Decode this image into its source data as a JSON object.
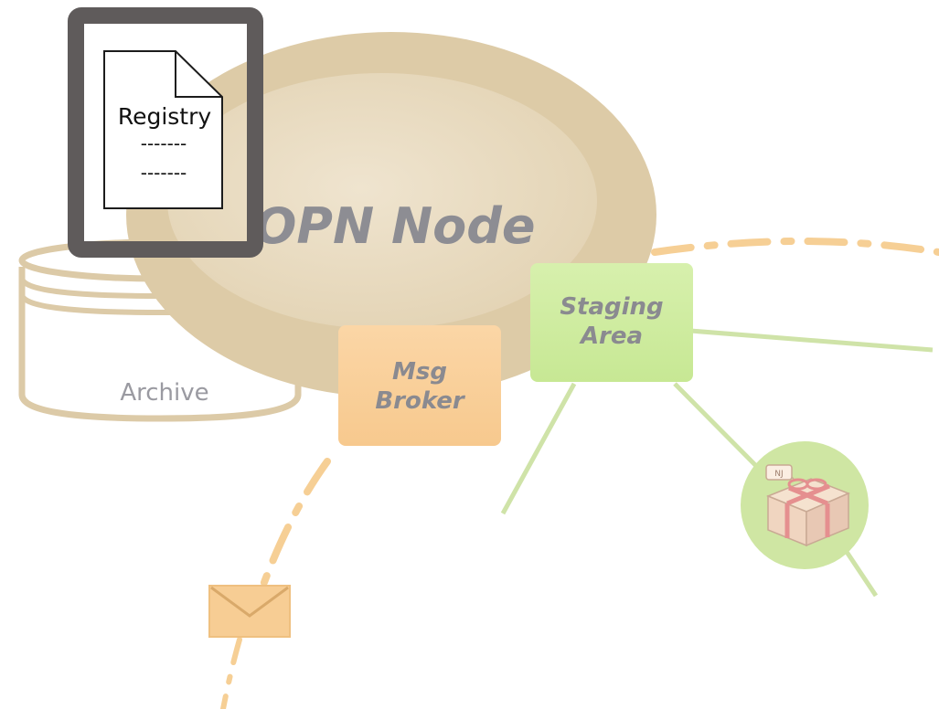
{
  "diagram": {
    "node": {
      "label": "OPN Node"
    },
    "archive": {
      "label": "Archive"
    },
    "registry": {
      "title": "Registry",
      "line_1": "-------",
      "line_2": "-------"
    },
    "msg_broker": {
      "line_1": "Msg",
      "line_2": "Broker"
    },
    "staging_area": {
      "line_1": "Staging",
      "line_2": "Area"
    },
    "package": {
      "tag_text": "NJ"
    },
    "colors": {
      "node_outer": "#dcc9a4",
      "node_inner": "#e9dcc4",
      "archive_stroke": "#d9c7a3",
      "registry_frame": "#5f5b5b",
      "broker_fill": "#f9cf98",
      "staging_fill": "#ccec9c",
      "staging_line": "#cfe3a8",
      "dashed_orange": "#f6cf95",
      "envelope_fill": "#f7cd94",
      "package_circle": "#cfe6a3",
      "label_gray": "#8a8a8f"
    }
  }
}
